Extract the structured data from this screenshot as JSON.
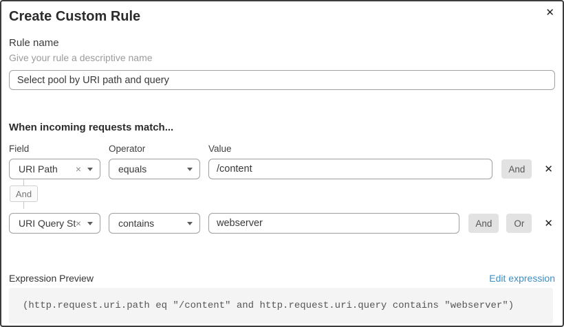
{
  "dialog": {
    "title": "Create Custom Rule"
  },
  "icons": {
    "close": "✕",
    "clear": "×",
    "remove_row": "✕"
  },
  "rule_name": {
    "label": "Rule name",
    "hint": "Give your rule a descriptive name",
    "value": "Select pool by URI path and query"
  },
  "match": {
    "heading": "When incoming requests match...",
    "columns": {
      "field": "Field",
      "operator": "Operator",
      "value": "Value"
    },
    "connector": "And",
    "rows": [
      {
        "field": "URI Path",
        "operator": "equals",
        "value": "/content",
        "and_label": "And"
      },
      {
        "field": "URI Query St...",
        "operator": "contains",
        "value": "webserver",
        "and_label": "And",
        "or_label": "Or"
      }
    ]
  },
  "expression_preview": {
    "label": "Expression Preview",
    "edit_link": "Edit expression",
    "expression": "(http.request.uri.path eq \"/content\" and http.request.uri.query contains \"webserver\")"
  },
  "colors": {
    "link": "#3a8fc4",
    "button_bg": "#e2e2e2",
    "dialog_border": "#3b3b3b",
    "code_bg": "#f4f4f4"
  }
}
